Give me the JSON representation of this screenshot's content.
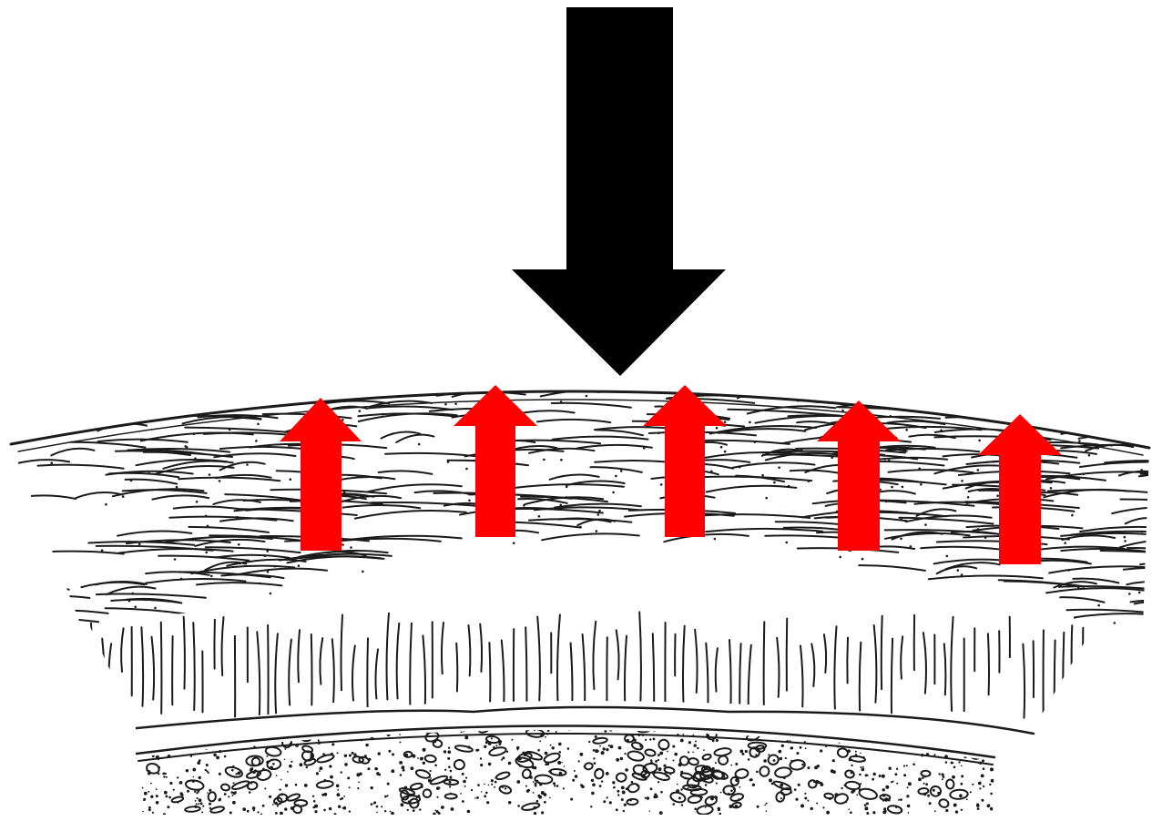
{
  "diagram": {
    "colors": {
      "background": "#ffffff",
      "load_arrow": "#000000",
      "counter_arrows": "#ff0000",
      "ink": "#1a1a1a"
    },
    "elements": {
      "load_arrow": {
        "direction": "down",
        "icon": "down-arrow-icon"
      },
      "counter_arrows": {
        "count": 5,
        "direction": "up",
        "icon": "up-arrow-icon"
      },
      "layers": [
        "superficial-tangential-fiber-zone",
        "radial-fiber-zone",
        "tidemark",
        "subchondral-bone"
      ]
    }
  }
}
